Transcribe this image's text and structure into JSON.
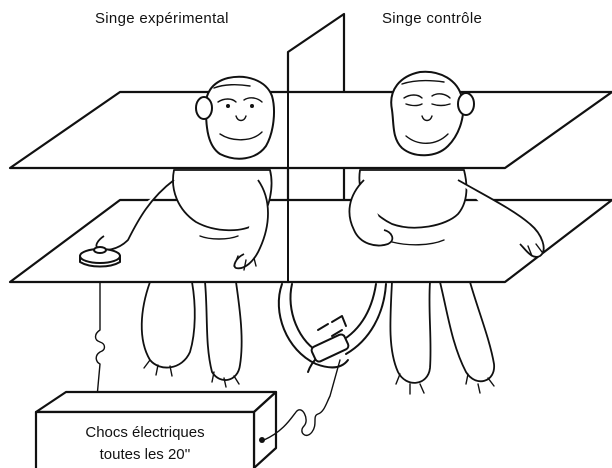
{
  "labels": {
    "experimental": "Singe expérimental",
    "control": "Singe contrôle"
  },
  "shock_box": {
    "line1": "Chocs électriques",
    "line2": "toutes les 20''"
  }
}
